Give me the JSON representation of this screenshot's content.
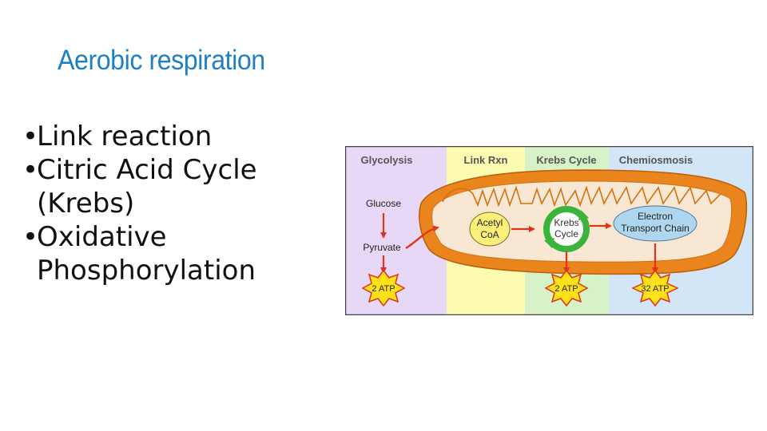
{
  "slide": {
    "title": "Aerobic respiration",
    "bullets": [
      {
        "lines": [
          "Link reaction"
        ]
      },
      {
        "lines": [
          "Citric Acid Cycle",
          "(Krebs)"
        ]
      },
      {
        "lines": [
          "Oxidative",
          "Phosphorylation"
        ]
      }
    ]
  },
  "diagram": {
    "stages": [
      {
        "label": "Glycolysis",
        "color": "#e7d8f7"
      },
      {
        "label": "Link Rxn",
        "color": "#fdfbb0"
      },
      {
        "label": "Krebs Cycle",
        "color": "#d6f2c6"
      },
      {
        "label": "Chemiosmosis",
        "color": "#d3e6f8"
      }
    ],
    "glucose": "Glucose",
    "pyruvate": "Pyruvate",
    "acetyl_coa": [
      "Acetyl",
      "CoA"
    ],
    "krebs_cycle": [
      "Krebs",
      "Cycle"
    ],
    "etc": [
      "Electron",
      "Transport Chain"
    ],
    "atp": [
      "2 ATP",
      "2 ATP",
      "32 ATP"
    ],
    "colors": {
      "arrow": "#e0331b",
      "membrane": "#e9851c",
      "matrix": "#f8e7d2",
      "krebs_ring": "#3cb43c",
      "starburst": "#ffe21a",
      "etc_fill": "#aed7ef",
      "acetyl_fill": "#fdf07a"
    }
  }
}
